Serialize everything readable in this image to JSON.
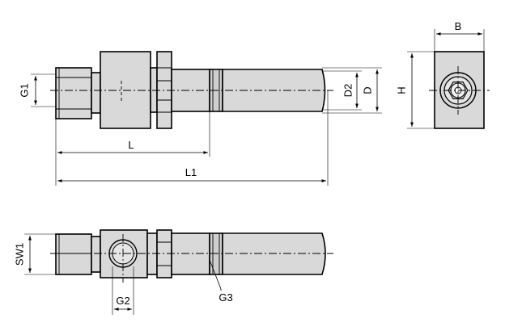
{
  "dimensions": {
    "g1": "G1",
    "l": "L",
    "l1": "L1",
    "d2": "D2",
    "d": "D",
    "h": "H",
    "b": "B",
    "sw1": "SW1",
    "g2": "G2",
    "g3": "G3"
  }
}
